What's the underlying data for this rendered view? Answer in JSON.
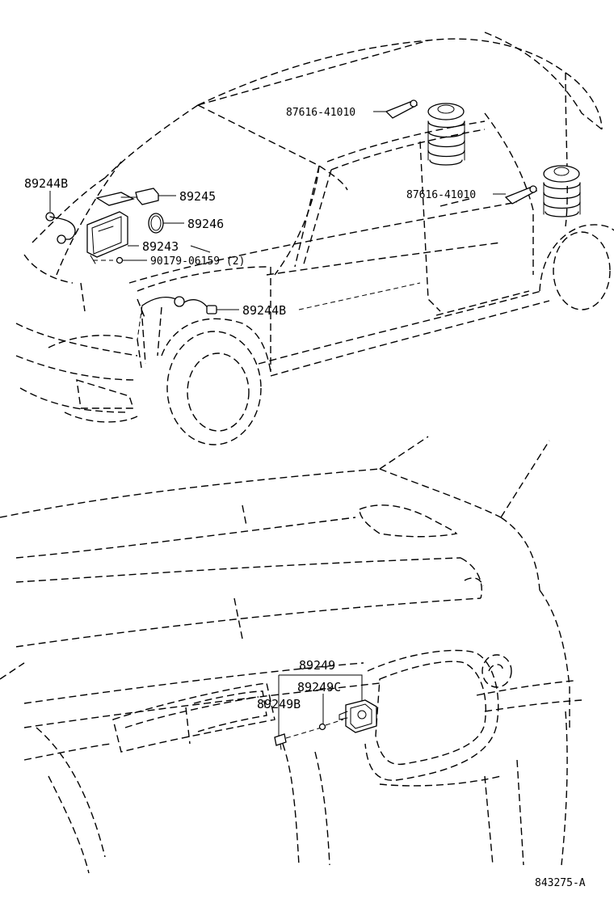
{
  "labels": {
    "p89244b_top": "89244B",
    "p89245": "89245",
    "p89246": "89246",
    "p89243": "89243",
    "p90179": "90179-06159 (2)",
    "p87616_upper": "87616-41010",
    "p87616_lower": "87616-41010",
    "p89244b_mid": "89244B",
    "p89249": "89249",
    "p89249c": "89249C",
    "p89249b": "89249B",
    "illustration_code": "843275-A"
  }
}
